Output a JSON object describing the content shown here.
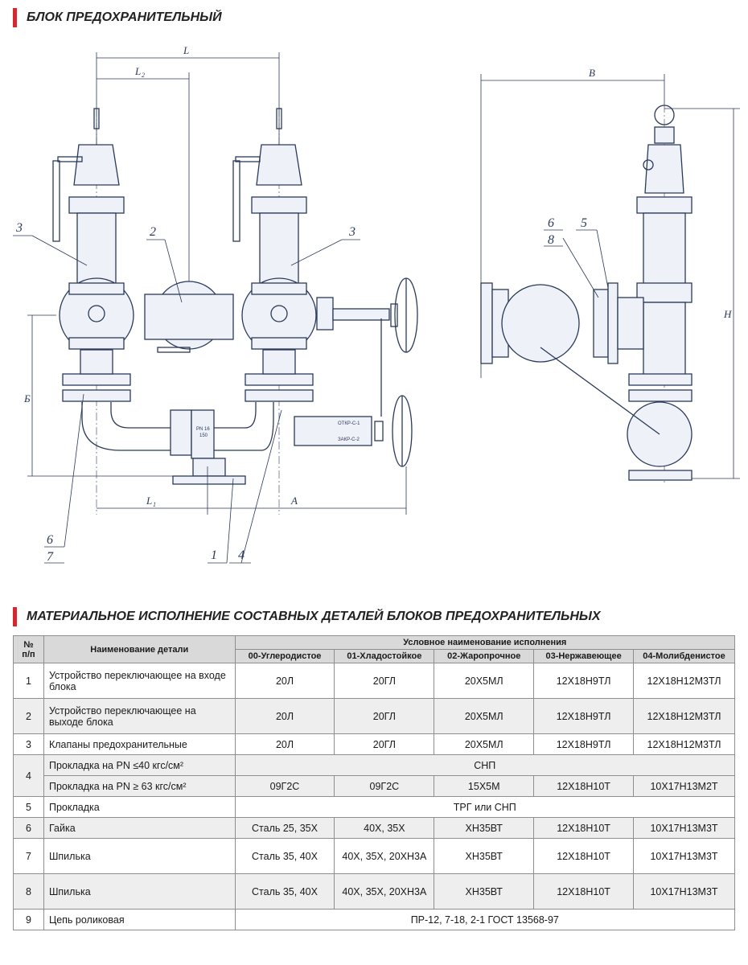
{
  "section1": {
    "title": "БЛОК ПРЕДОХРАНИТЕЛЬНЫЙ"
  },
  "drawing": {
    "dims": {
      "L": "L",
      "L2": "L",
      "L2sub": "2",
      "L1": "L",
      "L1sub": "1",
      "A": "A",
      "B_side": "Б",
      "B": "B",
      "H": "H"
    },
    "callouts": {
      "c1": "1",
      "c2": "2",
      "c3a": "3",
      "c3b": "3",
      "c4": "4",
      "c5": "5",
      "c6a": "6",
      "c7": "7",
      "c6b": "6",
      "c8": "8"
    },
    "labels": {
      "pn": "PN 16",
      "dn": "150",
      "open": "ОТКР-С-1",
      "closed": "ЗАКР-С-2"
    }
  },
  "section2": {
    "title": "МАТЕРИАЛЬНОЕ ИСПОЛНЕНИЕ СОСТАВНЫХ ДЕТАЛЕЙ БЛОКОВ ПРЕДОХРАНИТЕЛЬНЫХ"
  },
  "table": {
    "header": {
      "num": "№ п/п",
      "name": "Наименование детали",
      "group": "Условное наименование исполнения",
      "cols": [
        "00-Углеродистое",
        "01-Хладостойкое",
        "02-Жаропрочное",
        "03-Нержавеющее",
        "04-Молибденистое"
      ]
    },
    "rows": [
      {
        "num": "1",
        "name": "Устройство переключающее на входе блока",
        "vals": [
          "20Л",
          "20ГЛ",
          "20Х5МЛ",
          "12Х18Н9ТЛ",
          "12Х18Н12М3ТЛ"
        ]
      },
      {
        "num": "2",
        "name": "Устройство переключающее на выходе блока",
        "vals": [
          "20Л",
          "20ГЛ",
          "20Х5МЛ",
          "12Х18Н9ТЛ",
          "12Х18Н12М3ТЛ"
        ]
      },
      {
        "num": "3",
        "name": "Клапаны предохранительные",
        "vals": [
          "20Л",
          "20ГЛ",
          "20Х5МЛ",
          "12Х18Н9ТЛ",
          "12Х18Н12М3ТЛ"
        ]
      },
      {
        "num": "4",
        "name": "Прокладка на PN ≤40 кгс/см²",
        "span": "СНП",
        "name2": "Прокладка на PN ≥ 63 кгс/см²",
        "vals2": [
          "09Г2С",
          "09Г2С",
          "15Х5М",
          "12Х18Н10Т",
          "10Х17Н13М2Т"
        ]
      },
      {
        "num": "5",
        "name": "Прокладка",
        "span": "ТРГ или СНП"
      },
      {
        "num": "6",
        "name": "Гайка",
        "vals": [
          "Сталь 25, 35Х",
          "40Х, 35Х",
          "ХН35ВТ",
          "12Х18Н10Т",
          "10Х17Н13М3Т"
        ]
      },
      {
        "num": "7",
        "name": "Шпилька",
        "vals": [
          "Сталь 35, 40Х",
          "40Х, 35Х, 20ХН3А",
          "ХН35ВТ",
          "12Х18Н10Т",
          "10Х17Н13М3Т"
        ]
      },
      {
        "num": "8",
        "name": "Шпилька",
        "vals": [
          "Сталь 35, 40Х",
          "40Х, 35Х, 20ХН3А",
          "ХН35ВТ",
          "12Х18Н10Т",
          "10Х17Н13М3Т"
        ]
      },
      {
        "num": "9",
        "name": "Цепь роликовая",
        "span": "ПР-12, 7-18, 2-1 ГОСТ 13568-97"
      }
    ]
  }
}
